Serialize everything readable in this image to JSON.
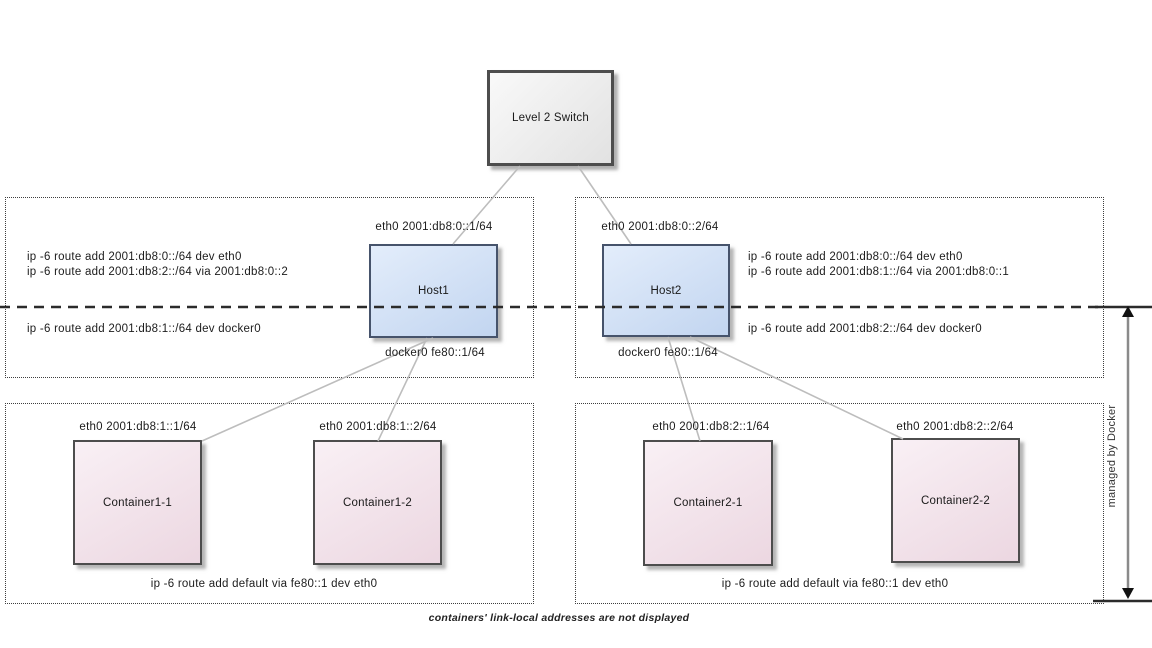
{
  "switch": {
    "label": "Level 2 Switch"
  },
  "hosts": [
    {
      "name": "Host1",
      "eth0_label": "eth0 2001:db8:0::1/64",
      "docker0_label": "docker0 fe80::1/64",
      "route_net": "ip -6 route add 2001:db8:0::/64 dev eth0",
      "route_via": "ip -6 route add 2001:db8:2::/64 via 2001:db8:0::2",
      "route_docker": "ip -6 route add 2001:db8:1::/64 dev docker0"
    },
    {
      "name": "Host2",
      "eth0_label": "eth0 2001:db8:0::2/64",
      "docker0_label": "docker0 fe80::1/64",
      "route_net": "ip -6 route add 2001:db8:0::/64 dev eth0",
      "route_via": "ip -6 route add 2001:db8:1::/64 via 2001:db8:0::1",
      "route_docker": "ip -6 route add 2001:db8:2::/64 dev docker0"
    }
  ],
  "containers": [
    {
      "name": "Container1-1",
      "eth0_label": "eth0 2001:db8:1::1/64"
    },
    {
      "name": "Container1-2",
      "eth0_label": "eth0 2001:db8:1::2/64"
    },
    {
      "name": "Container2-1",
      "eth0_label": "eth0 2001:db8:2::1/64"
    },
    {
      "name": "Container2-2",
      "eth0_label": "eth0 2001:db8:2::2/64"
    }
  ],
  "groups": [
    {
      "default_route": "ip -6 route add default via fe80::1 dev eth0"
    },
    {
      "default_route": "ip -6 route add default via fe80::1 dev eth0"
    }
  ],
  "notes": {
    "footnote": "containers' link-local addresses are not displayed",
    "managed_by": "managed by Docker"
  },
  "colors": {
    "host_fill_top": "#e3edfb",
    "host_fill_bottom": "#c2d5f0",
    "host_border": "#46536b",
    "container_fill_top": "#f9f0f5",
    "container_fill_bottom": "#ecd7e1",
    "switch_fill_top": "#f9f9f9",
    "switch_fill_bottom": "#e2e2e2",
    "box_border": "#4d4d4d",
    "connector": "#bdbdbd",
    "dashed_line": "#2b2b2b",
    "arrow_line": "#8a8a8a",
    "arrow_head": "#111111"
  }
}
